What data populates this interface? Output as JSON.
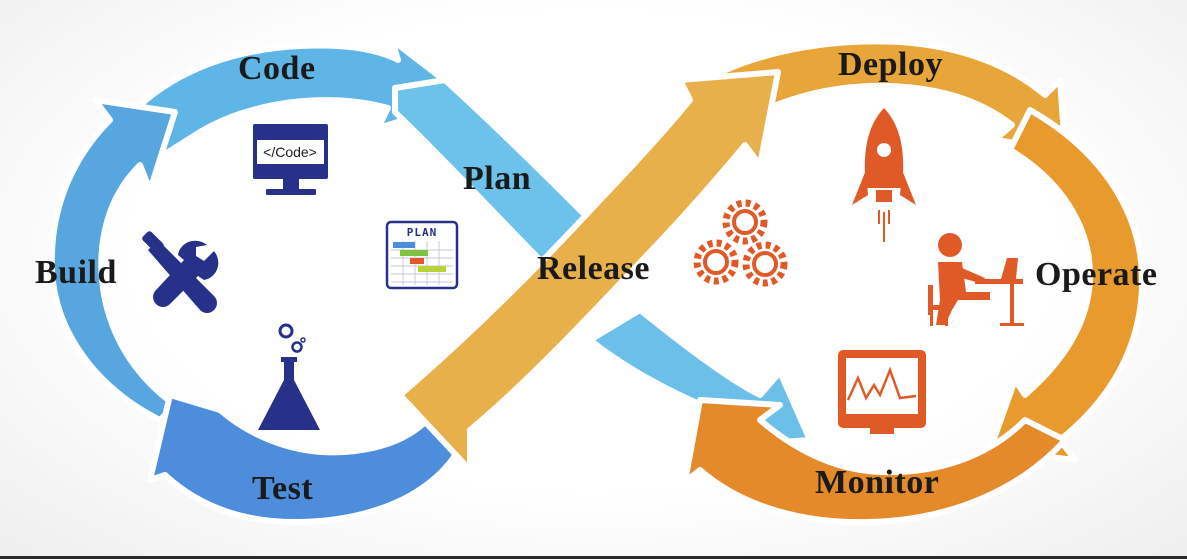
{
  "diagram": {
    "stages": {
      "plan": "Plan",
      "code": "Code",
      "build": "Build",
      "test": "Test",
      "release": "Release",
      "deploy": "Deploy",
      "operate": "Operate",
      "monitor": "Monitor"
    },
    "icon_captions": {
      "code_screen": "</Code>",
      "plan_board": "PLAN"
    },
    "icons": [
      "code-monitor-icon",
      "plan-gantt-icon",
      "tools-icon",
      "lab-flask-icon",
      "gears-icon",
      "rocket-icon",
      "person-at-desk-icon",
      "monitor-graph-icon"
    ],
    "colors": {
      "dev_blue": "#5aaee3",
      "dev_blue_dark": "#4b8fd6",
      "ops_orange": "#e8962a",
      "ops_orange_light": "#e9b24d",
      "dev_icon": "#27318a",
      "ops_icon": "#e05a28"
    }
  }
}
